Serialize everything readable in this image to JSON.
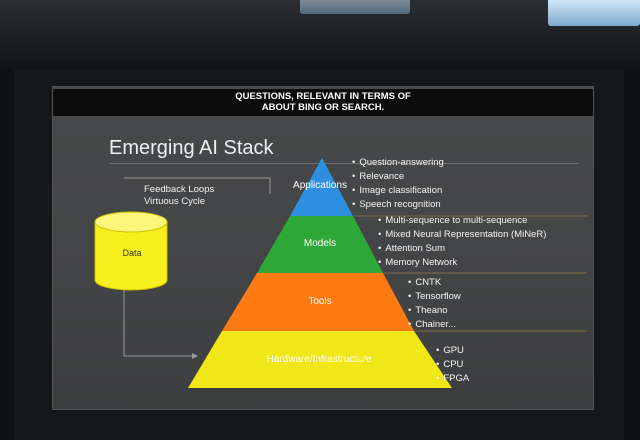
{
  "caption": {
    "line1": "QUESTIONS, RELEVANT IN TERMS OF",
    "line2": "ABOUT BING OR SEARCH."
  },
  "slide": {
    "title": "Emerging AI Stack",
    "feedback": {
      "line1": "Feedback Loops",
      "line2": "Virtuous Cycle"
    },
    "data_label": "Data",
    "layers": [
      {
        "label": "Applications",
        "color": "#2e8fe0",
        "items": [
          "Question-answering",
          "Relevance",
          "Image classification",
          "Speech recognition"
        ]
      },
      {
        "label": "Models",
        "color": "#2fa83a",
        "items": [
          "Multi-sequence to multi-sequence",
          "Mixed Neural Representation (MiNeR)",
          "Attention Sum",
          "Memory Network"
        ]
      },
      {
        "label": "Tools",
        "color": "#ff7a12",
        "items": [
          "CNTK",
          "Tensorflow",
          "Theano",
          "Chainer..."
        ]
      },
      {
        "label": "Hardware/Infrastructure",
        "color": "#f1e617",
        "items": [
          "GPU",
          "CPU",
          "FPGA"
        ]
      }
    ],
    "cylinder_color": "#f7f01d"
  }
}
